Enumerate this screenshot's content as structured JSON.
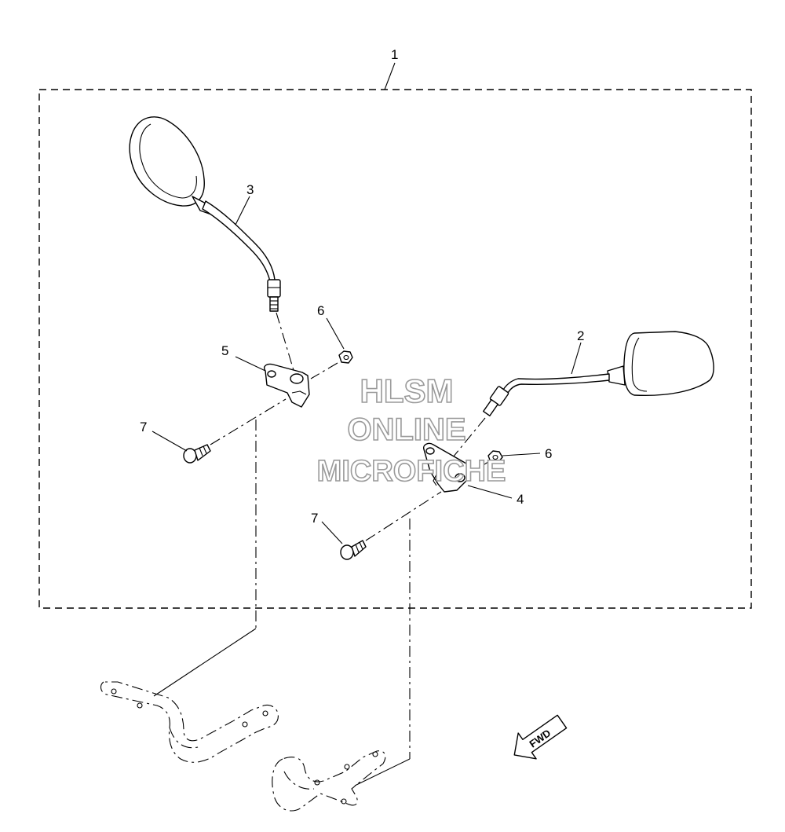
{
  "callouts": {
    "kit": "1",
    "mirror_right": "2",
    "mirror_left": "3",
    "bracket_right": "4",
    "bracket_left": "5",
    "nut_left": "6",
    "nut_right": "6",
    "bolt_left": "7",
    "bolt_right": "7"
  },
  "watermark": {
    "line1": "HLSM",
    "line2": "ONLINE",
    "line3": "MICROFICHE"
  },
  "fwd_label": "FWD",
  "colors": {
    "line": "#000000",
    "watermark_outline": "#9a9a9a",
    "background": "#ffffff"
  }
}
